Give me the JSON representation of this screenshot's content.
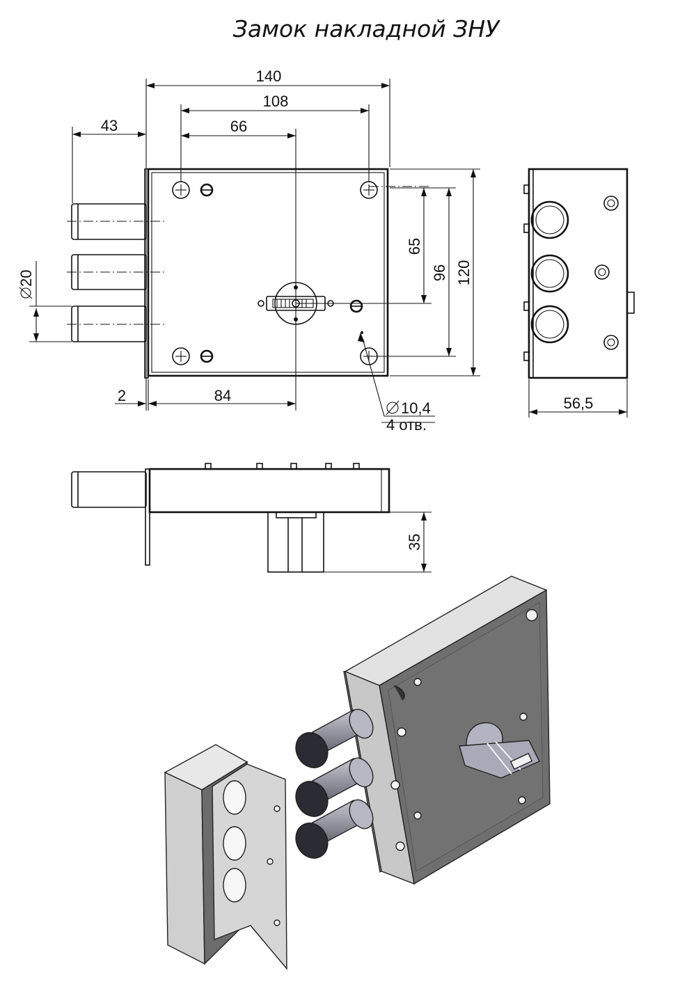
{
  "title": "Замок накладной ЗНУ",
  "dimensions": {
    "d140": "140",
    "d108": "108",
    "d66": "66",
    "d43": "43",
    "d65": "65",
    "d96": "96",
    "d120": "120",
    "d20": "20",
    "d2": "2",
    "d84": "84",
    "hole_dia": "10,4",
    "hole_count": "4 отв.",
    "d56_5": "56,5",
    "d35": "35"
  },
  "colors": {
    "line": "#111111",
    "metal_light": "#dedede",
    "metal_mid": "#c4c4c4",
    "metal_dark": "#6e6e6e",
    "bolt": "#9c9ca6"
  }
}
